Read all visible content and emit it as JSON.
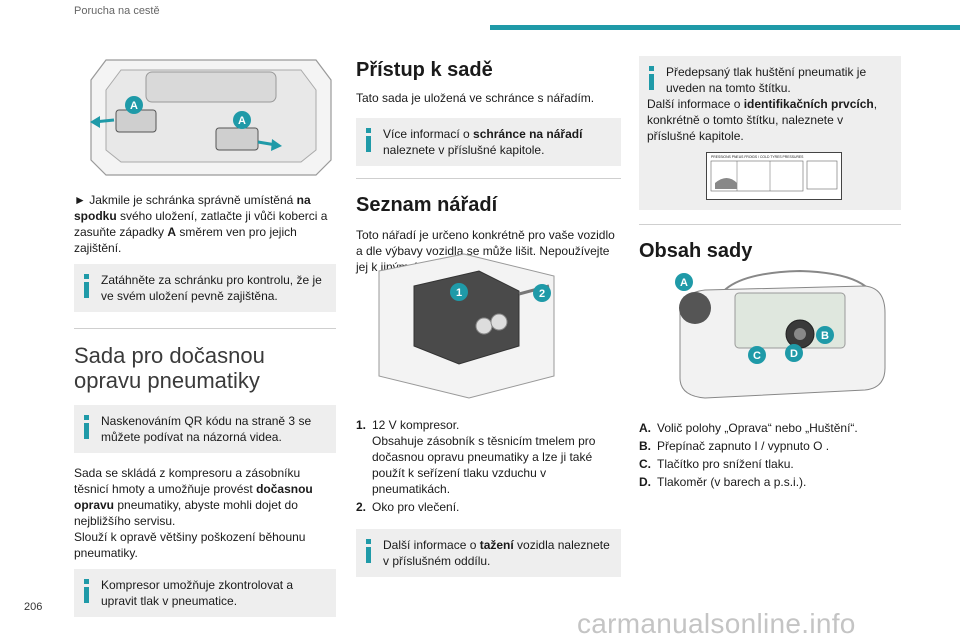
{
  "header": {
    "section_title": "Porucha na cestě",
    "page_number": "206",
    "accent_color": "#1f9aa8"
  },
  "watermark": "carmanualsonline.info",
  "col1": {
    "figure_labels": [
      "A",
      "A"
    ],
    "p1": {
      "lead": "► Jakmile je schránka správně umístěná ",
      "b1": "na spodku",
      "t2": " svého uložení, zatlačte ji vůči koberci a zasuňte západky ",
      "b2": "A",
      "t3": " směrem ven pro jejich zajištění."
    },
    "note1": "Zatáhněte za schránku pro kontrolu, že je ve svém uložení pevně zajištěna.",
    "heading": "Sada pro dočasnou opravu pneumatiky",
    "note2": "Naskenováním QR kódu na straně 3 se můžete podívat na názorná videa.",
    "p2": {
      "t1": "Sada se skládá z kompresoru a zásobníku těsnicí hmoty a umožňuje provést ",
      "b1": "dočasnou opravu",
      "t2": " pneumatiky, abyste mohli dojet do nejbližšího servisu."
    },
    "p3": "Slouží k opravě většiny poškození běhounu pneumatiky.",
    "note3": "Kompresor umožňuje zkontrolovat a upravit tlak v pneumatice."
  },
  "col2": {
    "h_access": "Přístup k sadě",
    "p_access": "Tato sada je uložená ve schránce s nářadím.",
    "note1": {
      "t1": "Více informací o ",
      "b1": "schránce na nářadí",
      "t2": " naleznete v příslušné kapitole."
    },
    "h_tools": "Seznam nářadí",
    "p_tools": "Toto nářadí je určeno konkrétně pro vaše vozidlo a dle výbavy vozidla se může lišit. Nepoužívejte jej k jiným účelům.",
    "figure_labels": [
      "1",
      "2"
    ],
    "items": [
      {
        "num": "1.",
        "text": "12 V kompresor.\nObsahuje zásobník s těsnicím tmelem pro dočasnou opravu pneumatiky a lze ji také použít k seřízení tlaku vzduchu v pneumatikách."
      },
      {
        "num": "2.",
        "text": "Oko pro vlečení."
      }
    ],
    "note2": {
      "t1": "Další informace o ",
      "b1": "tažení",
      "t2": " vozidla naleznete v příslušném oddílu."
    }
  },
  "col3": {
    "note": {
      "t1": "Předepsaný tlak huštění pneumatik je uveden na tomto štítku.",
      "t2": "Další informace o ",
      "b1": "identifikačních prvcích",
      "t3": ",",
      "t4": "konkrétně o tomto štítku, naleznete v příslušné kapitole."
    },
    "label_text": "PRESSIONS PNEUS FROIDS / COLD TYRES PRESSURES",
    "h_contents": "Obsah sady",
    "figure_labels": [
      "A",
      "B",
      "C",
      "D"
    ],
    "items": [
      {
        "key": "A.",
        "text": "Volič polohy „Oprava“ nebo „Huštění“."
      },
      {
        "key": "B.",
        "text": "Přepínač zapnuto I / vypnuto O ."
      },
      {
        "key": "C.",
        "text": "Tlačítko pro snížení tlaku."
      },
      {
        "key": "D.",
        "text": "Tlakoměr (v barech a p.s.i.)."
      }
    ]
  }
}
